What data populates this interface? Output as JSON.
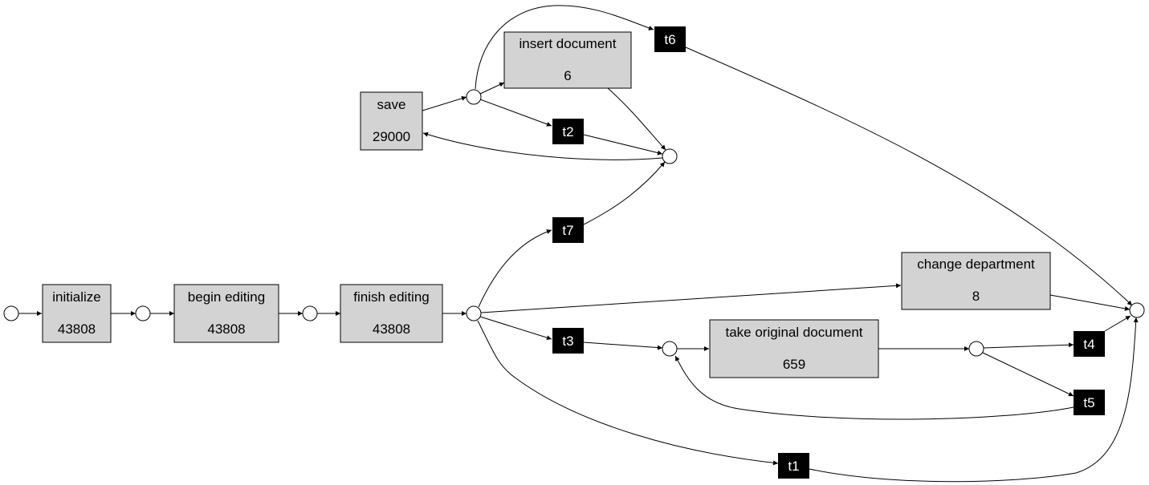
{
  "tasks": [
    {
      "id": "initialize",
      "label": "initialize",
      "count": "43808"
    },
    {
      "id": "begin-editing",
      "label": "begin editing",
      "count": "43808"
    },
    {
      "id": "finish-editing",
      "label": "finish editing",
      "count": "43808"
    },
    {
      "id": "save",
      "label": "save",
      "count": "29000"
    },
    {
      "id": "insert-document",
      "label": "insert document",
      "count": "6"
    },
    {
      "id": "change-department",
      "label": "change department",
      "count": "8"
    },
    {
      "id": "take-original-document",
      "label": "take original document",
      "count": "659"
    }
  ],
  "silent_transitions": [
    {
      "id": "t1",
      "label": "t1"
    },
    {
      "id": "t2",
      "label": "t2"
    },
    {
      "id": "t3",
      "label": "t3"
    },
    {
      "id": "t4",
      "label": "t4"
    },
    {
      "id": "t5",
      "label": "t5"
    },
    {
      "id": "t6",
      "label": "t6"
    },
    {
      "id": "t7",
      "label": "t7"
    }
  ],
  "places": [
    "p-start",
    "p1",
    "p2",
    "p3",
    "p-save",
    "p-merge",
    "p-take-in",
    "p-take-out",
    "p-end"
  ],
  "arcs": [
    [
      "p-start",
      "initialize"
    ],
    [
      "initialize",
      "p1"
    ],
    [
      "p1",
      "begin-editing"
    ],
    [
      "begin-editing",
      "p2"
    ],
    [
      "p2",
      "finish-editing"
    ],
    [
      "finish-editing",
      "p3"
    ],
    [
      "p3",
      "t7"
    ],
    [
      "p3",
      "change-department"
    ],
    [
      "p3",
      "t3"
    ],
    [
      "p3",
      "t1"
    ],
    [
      "save",
      "p-save"
    ],
    [
      "p-save",
      "insert-document"
    ],
    [
      "p-save",
      "t2"
    ],
    [
      "p-save",
      "t6"
    ],
    [
      "insert-document",
      "p-merge"
    ],
    [
      "t2",
      "p-merge"
    ],
    [
      "t7",
      "p-merge"
    ],
    [
      "p-merge",
      "save"
    ],
    [
      "t3",
      "p-take-in"
    ],
    [
      "p-take-in",
      "take-original-document"
    ],
    [
      "take-original-document",
      "p-take-out"
    ],
    [
      "p-take-out",
      "t4"
    ],
    [
      "p-take-out",
      "t5"
    ],
    [
      "t5",
      "p-take-in"
    ],
    [
      "t4",
      "p-end"
    ],
    [
      "change-department",
      "p-end"
    ],
    [
      "t6",
      "p-end"
    ],
    [
      "t1",
      "p-end"
    ]
  ]
}
